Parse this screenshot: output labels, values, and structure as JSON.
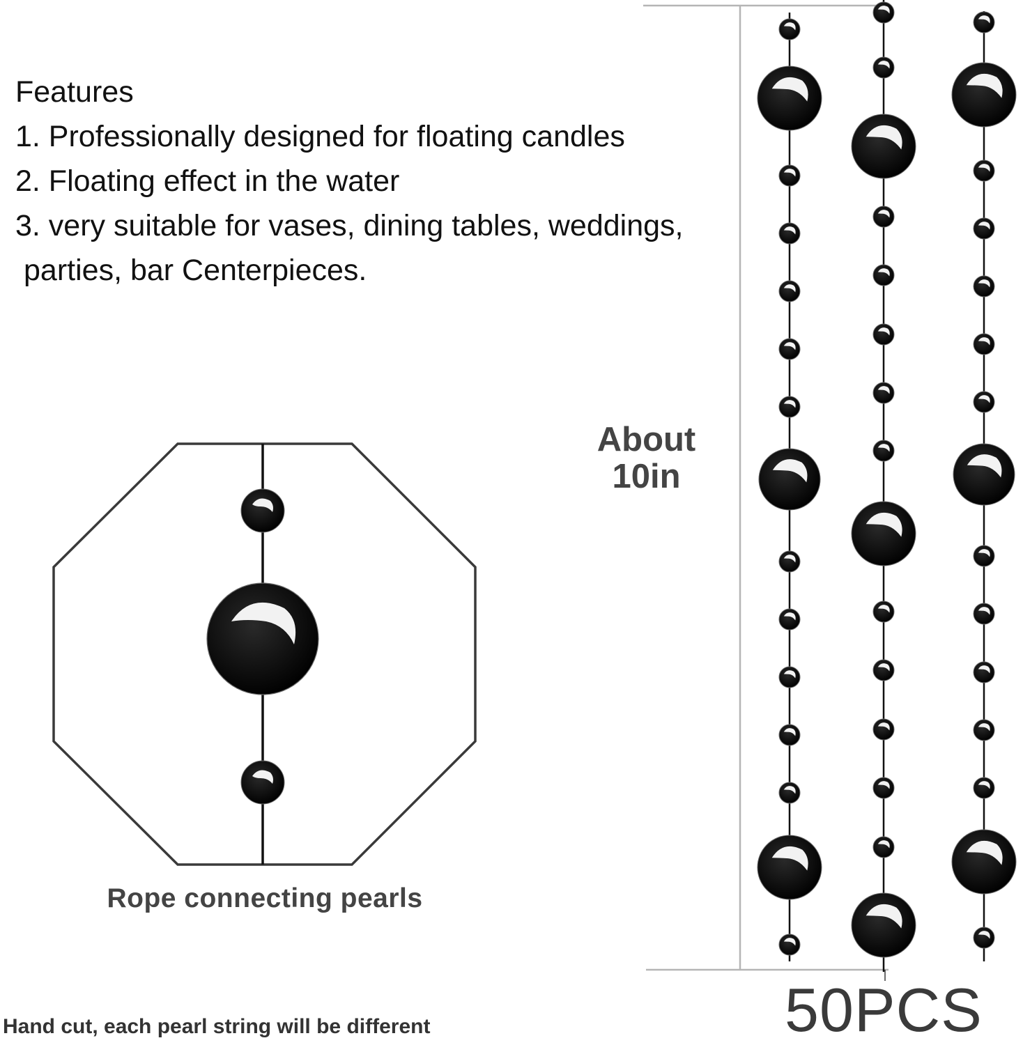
{
  "features": {
    "heading": "Features",
    "items": [
      "1. Professionally designed for floating candles",
      "2. Floating effect in the water",
      "3. very suitable for vases, dining tables, weddings,",
      "parties, bar Centerpieces."
    ]
  },
  "diagram": {
    "caption": "Rope connecting pearls",
    "length_label_line1": "About",
    "length_label_line2": "10in",
    "quantity_label": "50PCS"
  },
  "footer": {
    "note": "Hand cut, each pearl string will be different"
  },
  "colors": {
    "pearl": "#0a0a0a",
    "outline": "#3a3a3a",
    "dimension_line": "#b5b5b5"
  }
}
